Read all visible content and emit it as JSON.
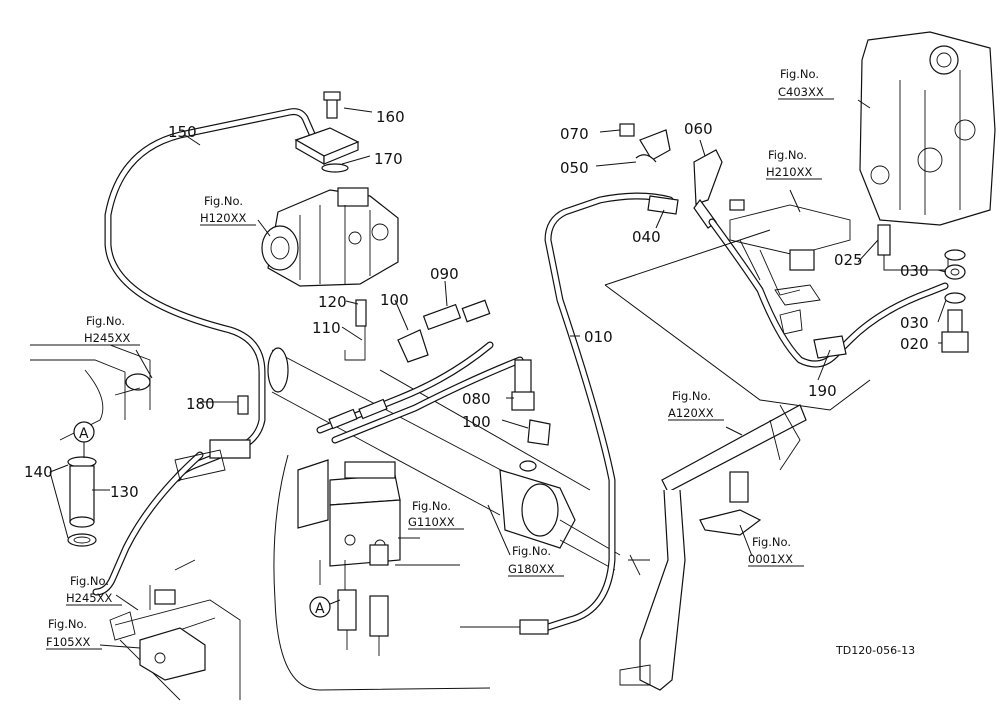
{
  "drawing_code": "TD120-056-13",
  "part_labels": {
    "p010": "010",
    "p020": "020",
    "p025": "025",
    "p030a": "030",
    "p030b": "030",
    "p040": "040",
    "p050": "050",
    "p060": "060",
    "p070": "070",
    "p080": "080",
    "p090": "090",
    "p100a": "100",
    "p100b": "100",
    "p110": "110",
    "p120": "120",
    "p130": "130",
    "p140": "140",
    "p150": "150",
    "p160": "160",
    "p170": "170",
    "p180": "180",
    "p190": "190"
  },
  "fig_refs": {
    "c403": {
      "label": "Fig.No.",
      "code": "C403XX"
    },
    "h210": {
      "label": "Fig.No.",
      "code": "H210XX"
    },
    "h120": {
      "label": "Fig.No.",
      "code": "H120XX"
    },
    "h245a": {
      "label": "Fig.No.",
      "code": "H245XX"
    },
    "h245b": {
      "label": "Fig.No.",
      "code": "H245XX"
    },
    "f105": {
      "label": "Fig.No.",
      "code": "F105XX"
    },
    "g110": {
      "label": "Fig.No.",
      "code": "G110XX"
    },
    "g180": {
      "label": "Fig.No.",
      "code": "G180XX"
    },
    "a120": {
      "label": "Fig.No.",
      "code": "A120XX"
    },
    "f0001": {
      "label": "Fig.No.",
      "code": "0001XX"
    }
  },
  "markers": {
    "a_left": "A",
    "a_bottom": "A"
  }
}
